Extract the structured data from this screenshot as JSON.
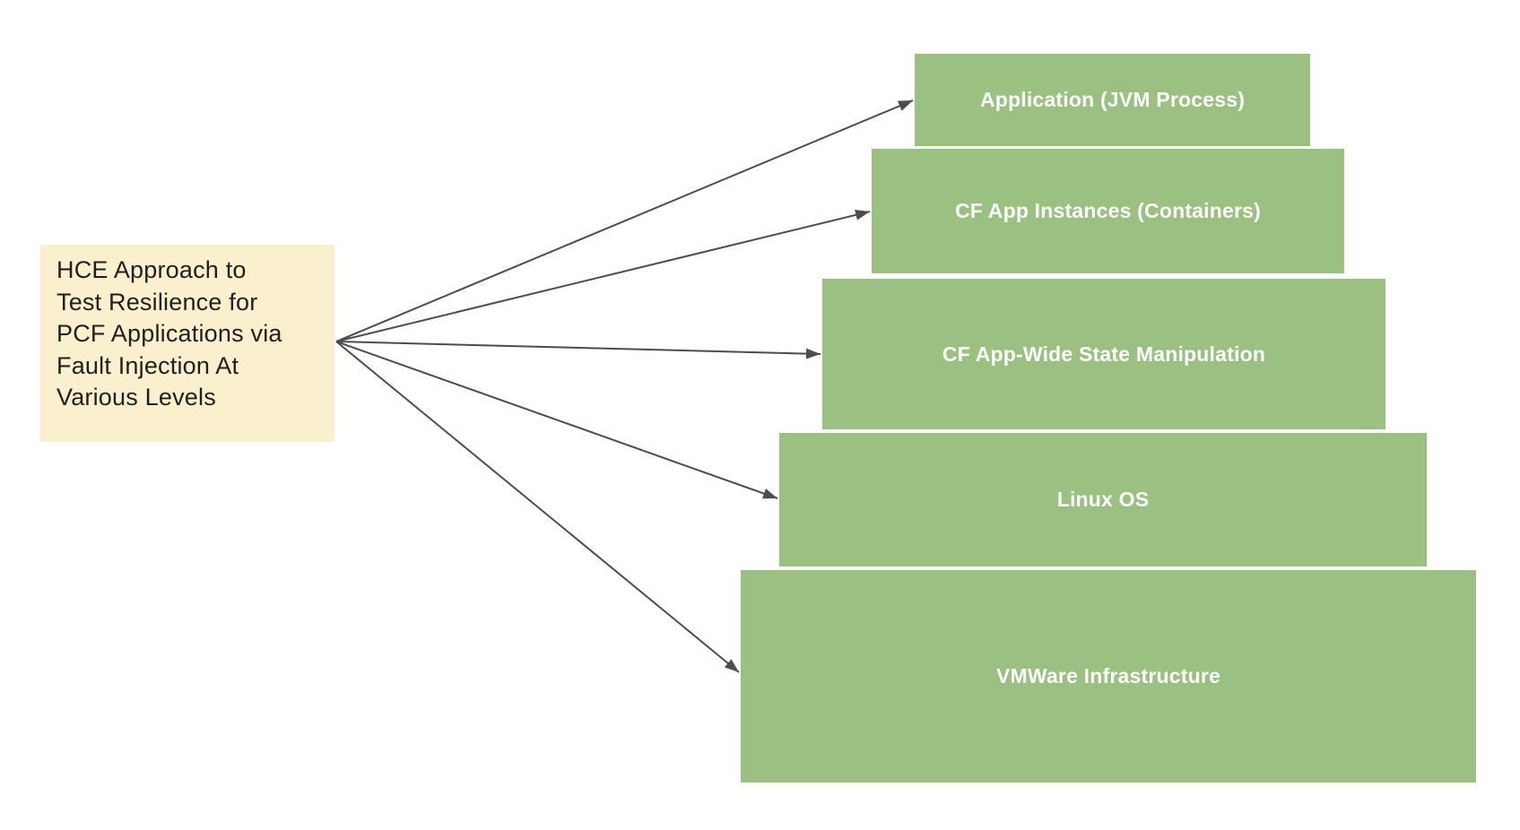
{
  "diagram": {
    "source_note": {
      "text": "HCE Approach to\nTest Resilience for\nPCF Applications via\nFault Injection At\nVarious Levels",
      "bg_color": "#FAF0CE",
      "text_color": "#1F1F1F"
    },
    "levels": [
      {
        "label": "Application (JVM Process)"
      },
      {
        "label": "CF App Instances (Containers)"
      },
      {
        "label": "CF App-Wide State Manipulation"
      },
      {
        "label": "Linux OS"
      },
      {
        "label": "VMWare Infrastructure"
      }
    ],
    "level_color": "#9AC181",
    "level_text_color": "#FFFFFF",
    "arrow_color": "#4D4D4D"
  }
}
